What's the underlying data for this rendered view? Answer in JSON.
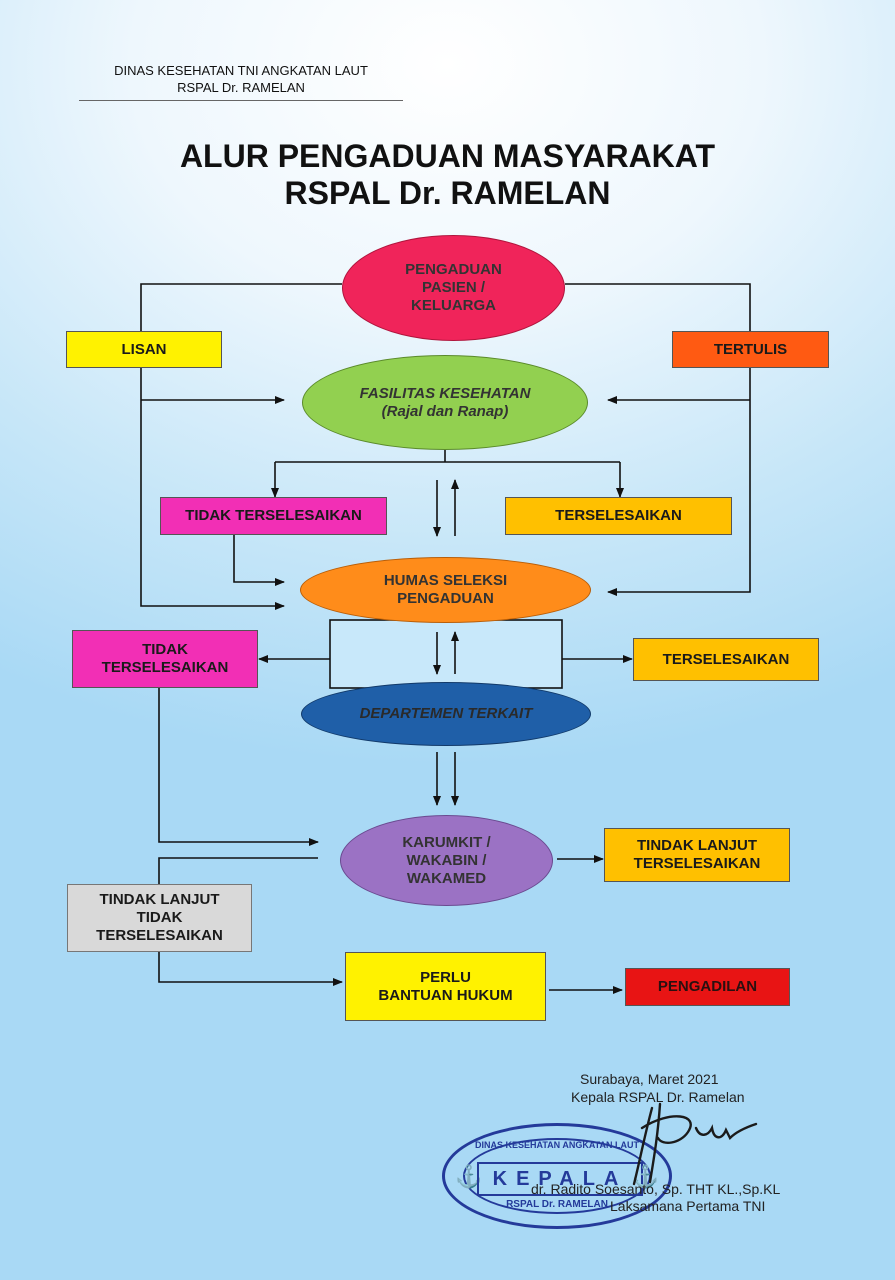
{
  "header": {
    "org_line1": "DINAS KESEHATAN TNI ANGKATAN LAUT",
    "org_line2": "RSPAL Dr. RAMELAN"
  },
  "title": {
    "line1": "ALUR PENGADUAN MASYARAKAT",
    "line2": "RSPAL Dr. RAMELAN"
  },
  "nodes": {
    "pengaduan": "PENGADUAN\nPASIEN /\nKELUARGA",
    "lisan": "LISAN",
    "tertulis": "TERTULIS",
    "fasilitas": "FASILITAS KESEHATAN\n(Rajal dan Ranap)",
    "tidak_terselesaikan_1": "TIDAK TERSELESAIKAN",
    "terselesaikan_1": "TERSELESAIKAN",
    "humas": "HUMAS SELEKSI\nPENGADUAN",
    "tidak_terselesaikan_2": "TIDAK\nTERSELESAIKAN",
    "terselesaikan_2": "TERSELESAIKAN",
    "departemen": "DEPARTEMEN TERKAIT",
    "karumkit": "KARUMKIT /\nWAKABIN /\nWAKAMED",
    "tindak_lanjut_terselesaikan": "TINDAK LANJUT\nTERSELESAIKAN",
    "tindak_lanjut_tidak": "TINDAK LANJUT\nTIDAK\nTERSELESAIKAN",
    "bantuan_hukum": "PERLU\nBANTUAN HUKUM",
    "pengadilan": "PENGADILAN"
  },
  "colors": {
    "pengaduan": "#f0245a",
    "lisan": "#fff200",
    "tertulis": "#ff5a12",
    "fasilitas": "#92d050",
    "tidak_terselesaikan": "#f22fb5",
    "terselesaikan": "#ffc000",
    "humas": "#ff8c1a",
    "departemen": "#1f5fa8",
    "karumkit": "#9b72c4",
    "tindak_lanjut_tidak": "#d9d9d9",
    "bantuan_hukum": "#fff200",
    "pengadilan": "#e81414"
  },
  "signature": {
    "city_date": "Surabaya,       Maret 2021",
    "position": "Kepala RSPAL Dr. Ramelan",
    "name": "dr. Radito Soesanto, Sp. THT KL.,Sp.KL",
    "rank": "Laksamana Pertama TNI"
  },
  "stamp": {
    "top_text": "DINAS KESEHATAN ANGKATAN LAUT",
    "center_text": "KEPALA",
    "bottom_text": "RSPAL Dr. RAMELAN"
  }
}
